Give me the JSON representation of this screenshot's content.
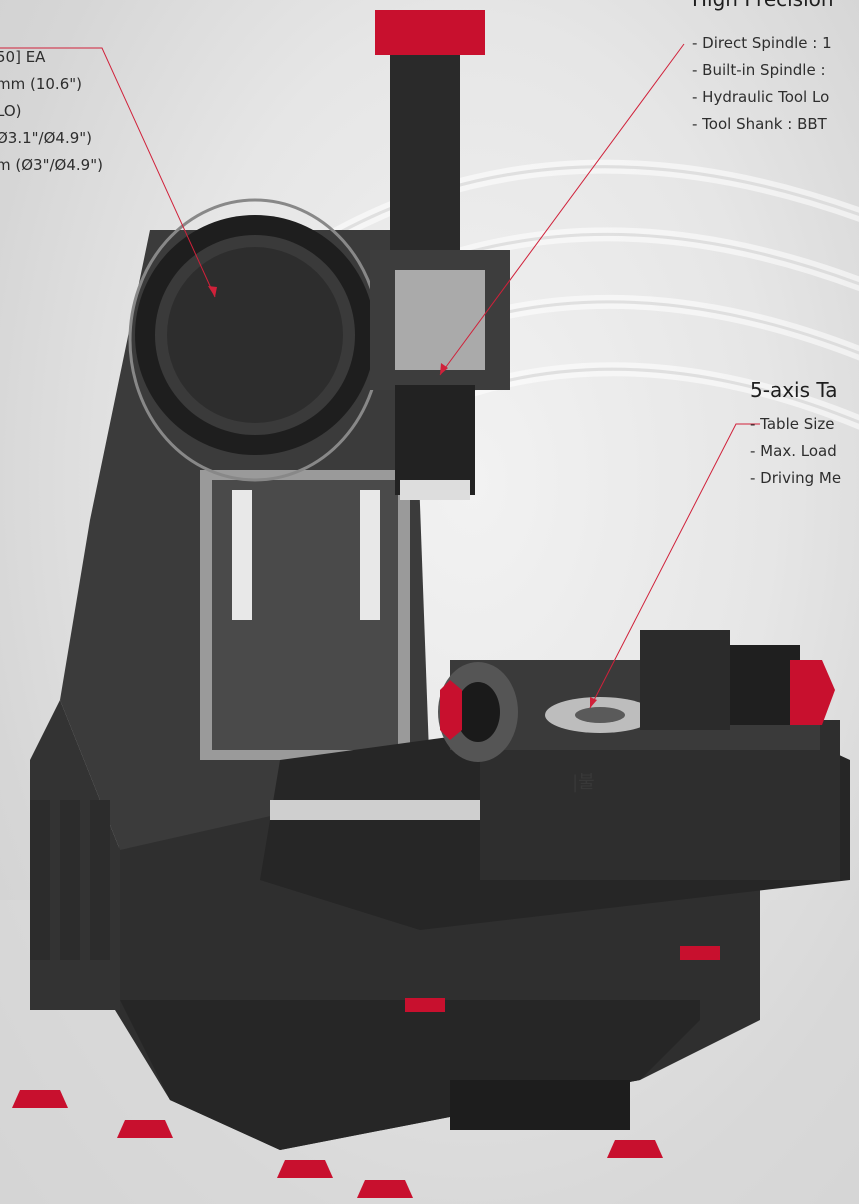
{
  "left_specs": {
    "lines": [
      "50] EA",
      "mm (10.6\")",
      "LO)",
      "Ø3.1\"/Ø4.9\")",
      "m (Ø3\"/Ø4.9\")"
    ]
  },
  "spindle_callout": {
    "title": "High Precision",
    "lines": [
      "- Direct Spindle : 1",
      "- Built-in Spindle :",
      "- Hydraulic Tool Lo",
      "- Tool Shank : BBT"
    ]
  },
  "table_callout": {
    "title": "5-axis Ta",
    "lines": [
      "- Table Size",
      "- Max. Load",
      "- Driving Me"
    ]
  },
  "watermark": {
    "text": "|불"
  },
  "colors": {
    "accent": "#c8102e",
    "line": "#d0213a",
    "machine": "#3a3a3a"
  }
}
